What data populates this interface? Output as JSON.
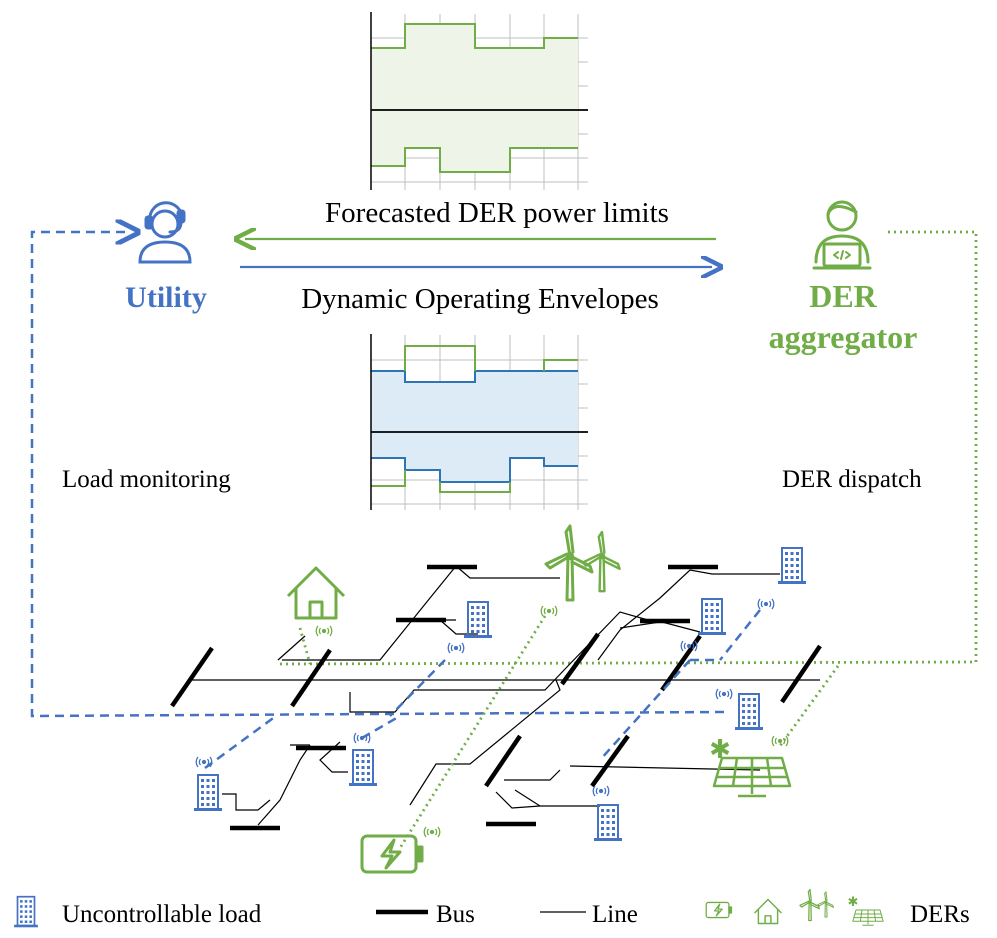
{
  "labels": {
    "utility": "Utility",
    "der_aggregator_line1": "DER",
    "der_aggregator_line2": "aggregator",
    "arrow_top": "Forecasted DER power limits",
    "arrow_bottom": "Dynamic Operating Envelopes",
    "load_monitoring": "Load monitoring",
    "der_dispatch": "DER dispatch"
  },
  "legend": {
    "uncontrollable_load": "Uncontrollable load",
    "bus": "Bus",
    "line": "Line",
    "ders": "DERs"
  },
  "colors": {
    "utility_blue": "#4472C4",
    "der_green": "#70AD47",
    "doe_blue": "#2E75B6",
    "doe_fill": "#DDEBF7",
    "green_fill": "#EEF5E8",
    "grid": "#BFBFBF",
    "black": "#000000"
  },
  "icons": {
    "utility": "headset-operator-icon",
    "aggregator": "laptop-operator-icon",
    "load": "building-icon",
    "house": "house-icon",
    "wind": "wind-turbine-icon",
    "solar": "solar-panel-icon",
    "battery": "battery-charging-icon",
    "antenna": "wireless-signal-icon"
  }
}
